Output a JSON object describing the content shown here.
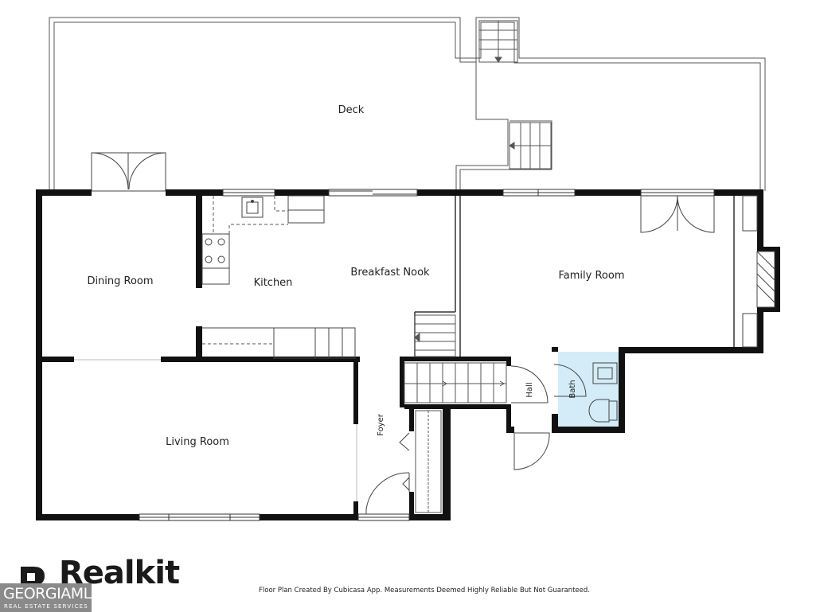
{
  "rooms": {
    "deck": "Deck",
    "dining_room": "Dining Room",
    "kitchen": "Kitchen",
    "breakfast_nook": "Breakfast Nook",
    "family_room": "Family Room",
    "living_room": "Living Room",
    "foyer": "Foyer",
    "hall": "Hall",
    "bath": "Bath"
  },
  "footer": {
    "disclaimer": "Floor Plan Created By Cubicasa App. Measurements Deemed Highly Reliable But Not Guaranteed.",
    "realkit": "Realkit",
    "georgia_mls": "GEORGIAMLS",
    "georgia_mls_sub": "REAL ESTATE SERVICES"
  },
  "colors": {
    "wall": "#111111",
    "bath_fill": "#d3ecf7",
    "outline": "#555555"
  }
}
